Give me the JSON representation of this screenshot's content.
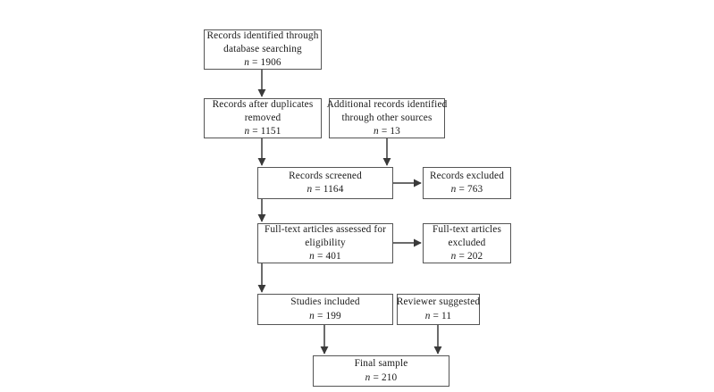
{
  "diagram": {
    "type": "prisma-flow-diagram",
    "background_color": "#ffffff",
    "border_color": "#555555",
    "text_color": "#1a1a1a",
    "boxes": {
      "records_identified": {
        "line1": "Records identified through",
        "line2": "database searching",
        "count_label": "n",
        "count_value": "= 1906"
      },
      "records_after_duplicates": {
        "line1": "Records after duplicates",
        "line2": "removed",
        "count_label": "n",
        "count_value": "= 1151"
      },
      "additional_records": {
        "line1": "Additional records identified",
        "line2": "through other sources",
        "count_label": "n",
        "count_value": "= 13"
      },
      "records_screened": {
        "line1": "Records screened",
        "count_label": "n",
        "count_value": "= 1164"
      },
      "records_excluded": {
        "line1": "Records excluded",
        "count_label": "n",
        "count_value": "= 763"
      },
      "fulltext_assessed": {
        "line1": "Full-text articles assessed for",
        "line2": "eligibility",
        "count_label": "n",
        "count_value": "= 401"
      },
      "fulltext_excluded": {
        "line1": "Full-text articles",
        "line2": "excluded",
        "count_label": "n",
        "count_value": "= 202"
      },
      "studies_included": {
        "line1": "Studies included",
        "count_label": "n",
        "count_value": "= 199"
      },
      "reviewer_suggested": {
        "line1": "Reviewer suggested",
        "count_label": "n",
        "count_value": "= 11"
      },
      "final_sample": {
        "line1": "Final sample",
        "count_label": "n",
        "count_value": "= 210"
      }
    }
  }
}
